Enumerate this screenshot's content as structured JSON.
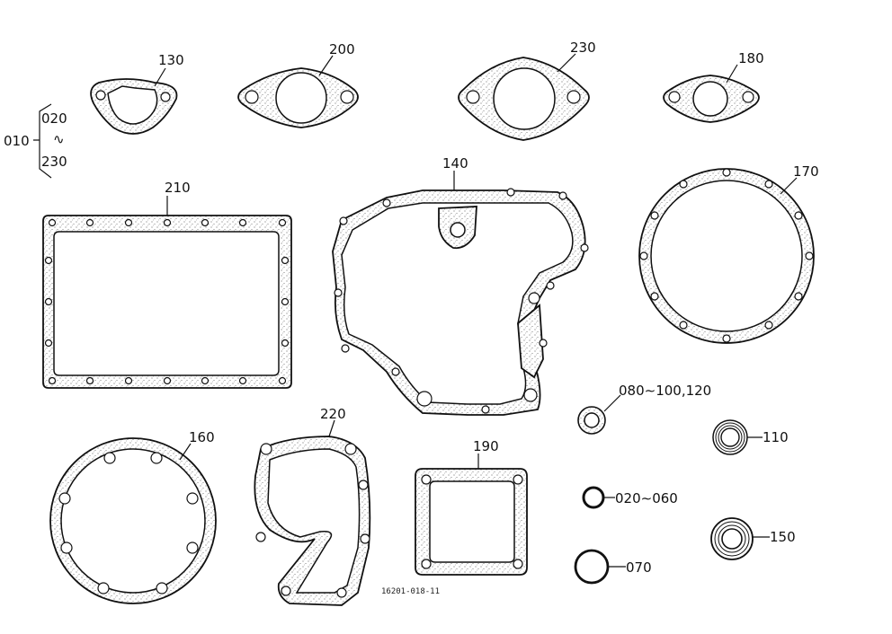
{
  "group": {
    "parent": "010",
    "range_start": "020",
    "range_sep": "∿",
    "range_end": "230"
  },
  "labels": {
    "p130": "130",
    "p200": "200",
    "p230": "230",
    "p180": "180",
    "p210": "210",
    "p140": "140",
    "p170": "170",
    "p080": "080∼100,120",
    "p110": "110",
    "p160": "160",
    "p220": "220",
    "p190": "190",
    "p020": "020∼060",
    "p150": "150",
    "p070": "070"
  },
  "figure_code": "16201-018-11",
  "colors": {
    "line": "#111111",
    "paper": "#ffffff"
  }
}
